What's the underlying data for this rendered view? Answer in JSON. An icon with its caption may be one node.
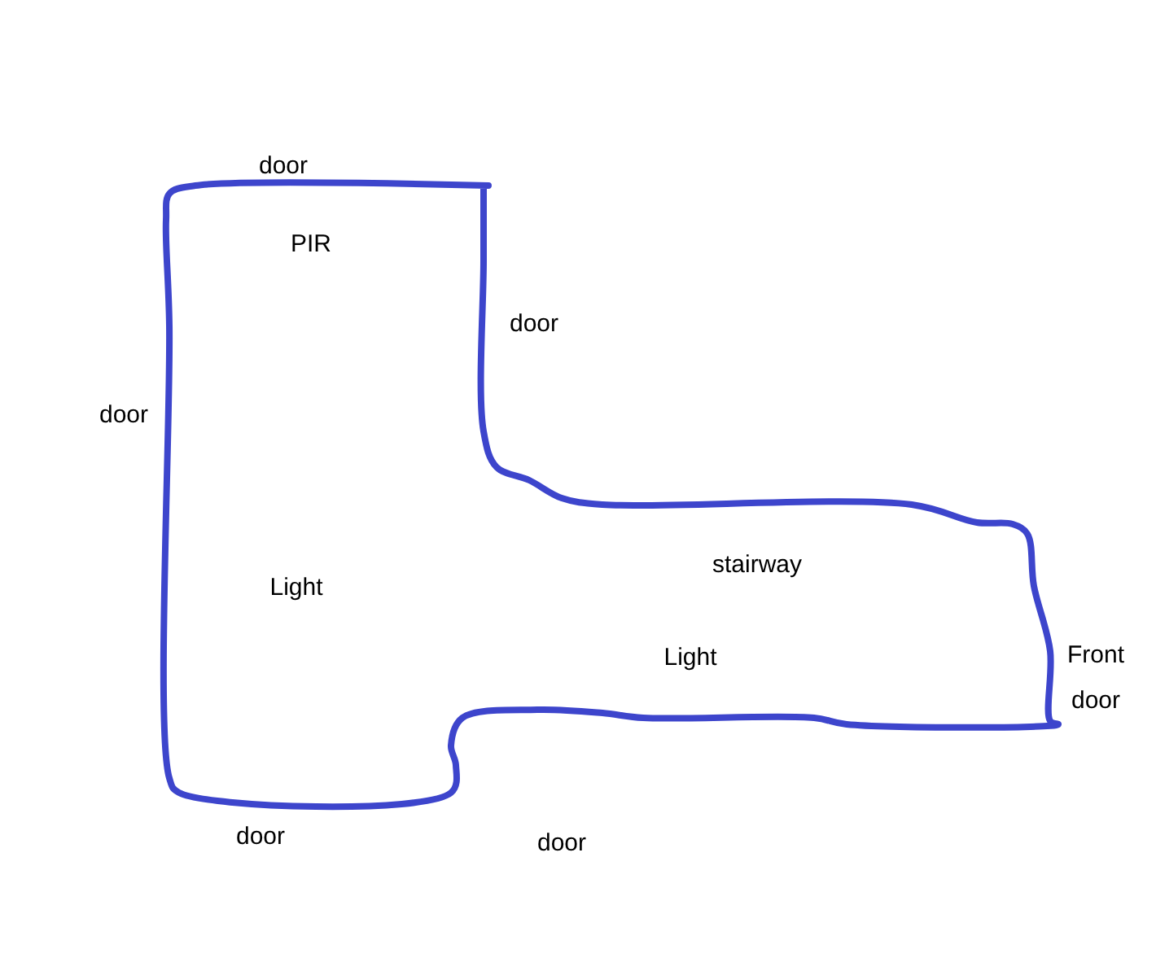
{
  "diagram": {
    "labels": [
      "door",
      "PIR",
      "door",
      "door",
      "stairway",
      "Light",
      "Light",
      "Front door",
      "door",
      "door"
    ]
  }
}
